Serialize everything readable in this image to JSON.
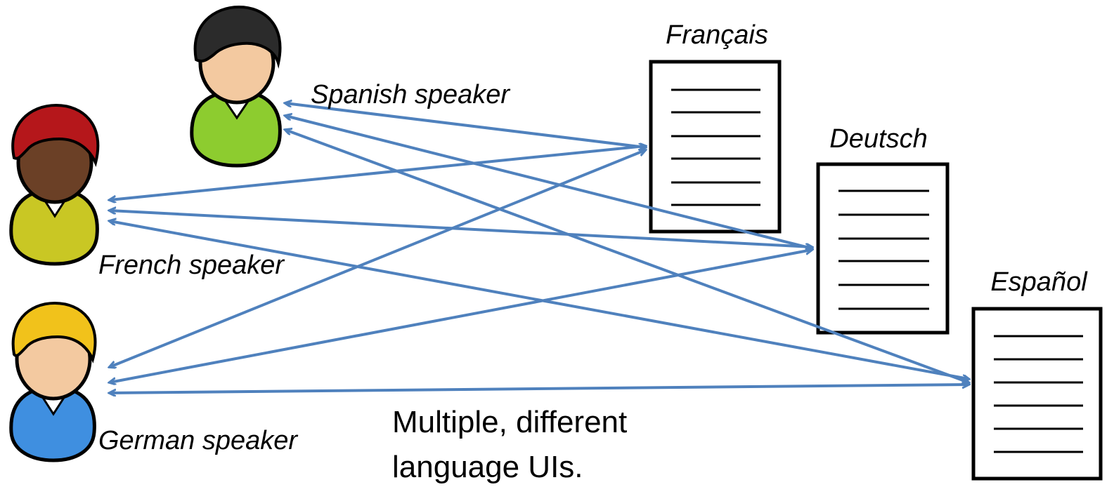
{
  "speakers": [
    {
      "label": "Spanish speaker",
      "hair_color": "#2b2b2b",
      "shirt_color": "#8dcc2f",
      "skin_color": "#f3c9a0"
    },
    {
      "label": "French speaker",
      "hair_color": "#b5171b",
      "shirt_color": "#c9c724",
      "skin_color": "#6b4026"
    },
    {
      "label": "German speaker",
      "hair_color": "#f1c21b",
      "shirt_color": "#3f8fe0",
      "skin_color": "#f3c9a0"
    }
  ],
  "documents": [
    {
      "label": "Français"
    },
    {
      "label": "Deutsch"
    },
    {
      "label": "Español"
    }
  ],
  "caption": {
    "line1": "Multiple, different",
    "line2": "language UIs."
  },
  "colors": {
    "arrow": "#4f81bd",
    "document_border": "#000000"
  }
}
